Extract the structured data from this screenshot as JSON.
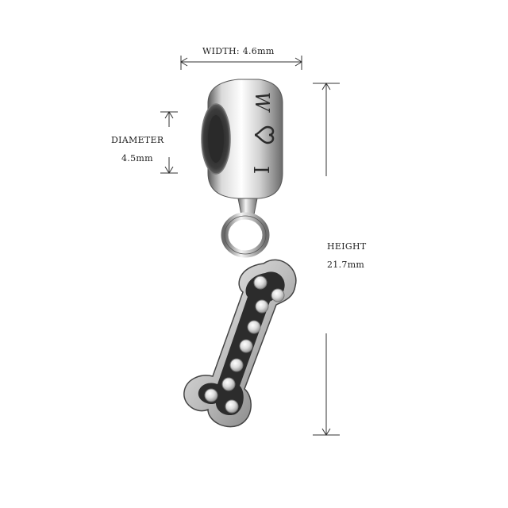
{
  "dimensions": {
    "width_label": "WIDTH: 4.6mm",
    "diameter_label": "DIAMETER",
    "diameter_value": "4.5mm",
    "height_label": "HEIGHT",
    "height_value": "21.7mm"
  },
  "engraving": {
    "letter_i": "I",
    "letter_w": "W"
  },
  "colors": {
    "background": "#ffffff",
    "silver_light": "#f2f2f2",
    "silver_mid": "#b9b9b9",
    "silver_dark": "#3a3a3a",
    "line": "#333333"
  }
}
